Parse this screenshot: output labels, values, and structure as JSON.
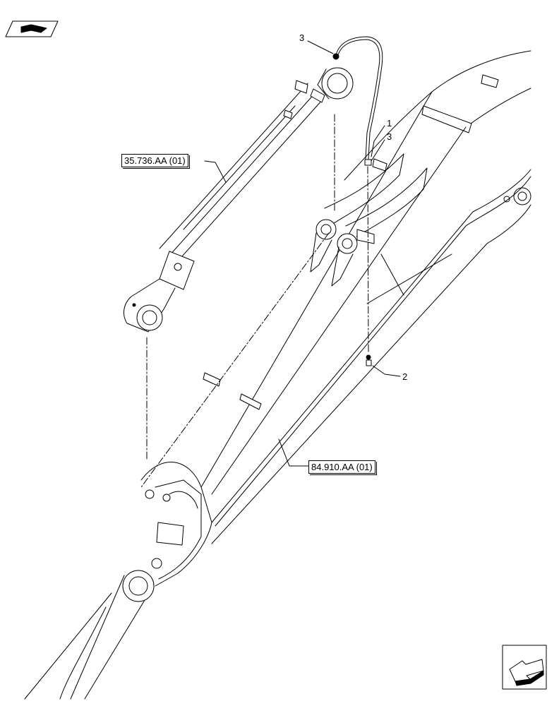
{
  "header": {
    "book_icon": "open-book-icon"
  },
  "callouts": [
    {
      "id": "c3a",
      "label": "3"
    },
    {
      "id": "c1",
      "label": "1"
    },
    {
      "id": "c3b",
      "label": "3"
    },
    {
      "id": "c2",
      "label": "2"
    }
  ],
  "references": {
    "cylinder": "35.736.AA (01)",
    "boom": "84.910.AA (01)"
  },
  "footer": {
    "nav_icon": "next-page-arrow-icon"
  }
}
